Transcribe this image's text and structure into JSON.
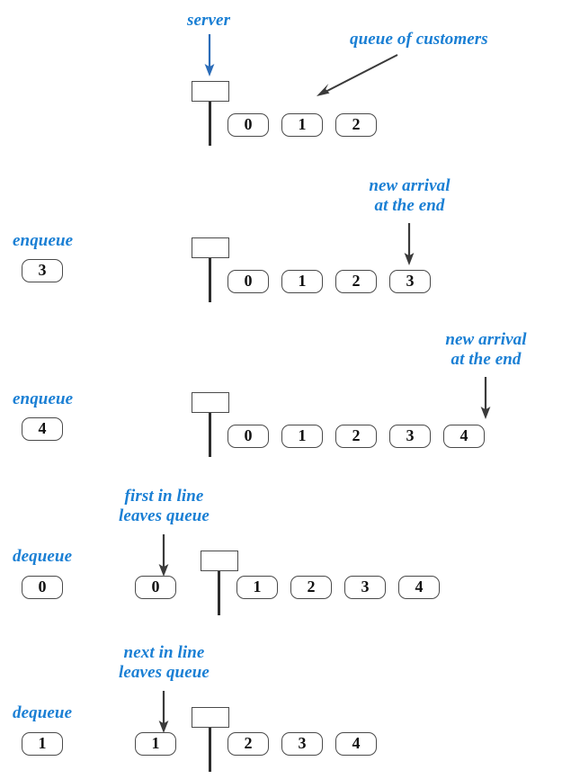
{
  "diagram": {
    "title": "Queue operations on a line of customers",
    "colors": {
      "annotation_blue": "#1a7fd4",
      "stroke_dark": "#4a4a4a",
      "arrow_blue": "#2b6cb8",
      "arrow_dark": "#3a3a3a",
      "background": "#ffffff"
    },
    "icon_names": {
      "server": "server-icon",
      "down_arrow": "arrow-down-icon",
      "diagonal_arrow": "arrow-diagonal-down-left-icon",
      "item": "queue-item-box"
    }
  },
  "rows": [
    {
      "id": "row-initial",
      "operation_label": "",
      "operation_value": "",
      "leaving_value": "",
      "queue": [
        "0",
        "1",
        "2"
      ],
      "annotations": [
        {
          "name": "server-label",
          "text": "server"
        },
        {
          "name": "queue-of-customers-label",
          "text": "queue of customers"
        }
      ]
    },
    {
      "id": "row-enqueue-3",
      "operation_label": "enqueue",
      "operation_value": "3",
      "leaving_value": "",
      "queue": [
        "0",
        "1",
        "2",
        "3"
      ],
      "annotations": [
        {
          "name": "new-arrival-label",
          "line1": "new  arrival",
          "line2": "at the end"
        }
      ]
    },
    {
      "id": "row-enqueue-4",
      "operation_label": "enqueue",
      "operation_value": "4",
      "leaving_value": "",
      "queue": [
        "0",
        "1",
        "2",
        "3",
        "4"
      ],
      "annotations": [
        {
          "name": "new-arrival-label",
          "line1": "new  arrival",
          "line2": "at the end"
        }
      ]
    },
    {
      "id": "row-dequeue-0",
      "operation_label": "dequeue",
      "operation_value": "0",
      "leaving_value": "0",
      "queue": [
        "1",
        "2",
        "3",
        "4"
      ],
      "annotations": [
        {
          "name": "first-in-line-label",
          "line1": "first in line",
          "line2": "leaves queue"
        }
      ]
    },
    {
      "id": "row-dequeue-1",
      "operation_label": "dequeue",
      "operation_value": "1",
      "leaving_value": "1",
      "queue": [
        "2",
        "3",
        "4"
      ],
      "annotations": [
        {
          "name": "next-in-line-label",
          "line1": "next in line",
          "line2": "leaves queue"
        }
      ]
    }
  ],
  "labels": {
    "server": "server",
    "queue_of_customers": "queue of customers",
    "new_arrival_l1": "new  arrival",
    "new_arrival_l2": "at the end",
    "first_in_line_l1": "first in line",
    "first_in_line_l2": "leaves queue",
    "next_in_line_l1": "next in line",
    "next_in_line_l2": "leaves queue",
    "enqueue": "enqueue",
    "dequeue": "dequeue"
  }
}
